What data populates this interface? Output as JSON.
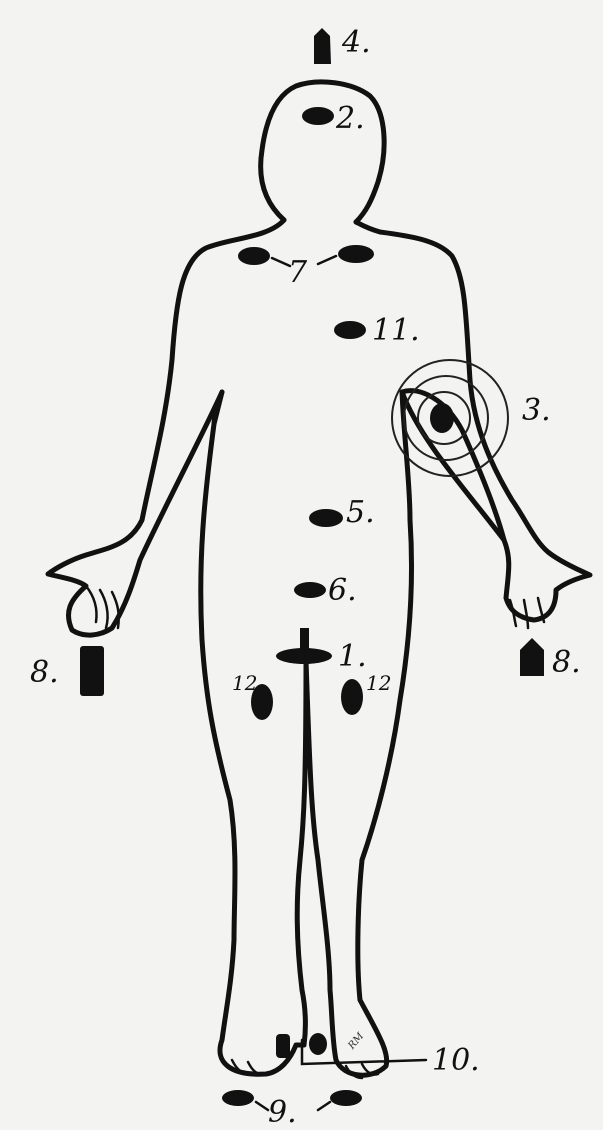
{
  "labels": {
    "l1": "1.",
    "l2": "2.",
    "l3": "3.",
    "l4": "4.",
    "l5": "5.",
    "l6": "6.",
    "l7": "7",
    "l8_left": "8.",
    "l8_right": "8.",
    "l9": "9.",
    "l10": "10.",
    "l11": "11.",
    "l12_left": "12",
    "l12_right": "12"
  },
  "signature": "RM",
  "colors": {
    "ink": "#111111",
    "paper": "#f3f3f1"
  }
}
